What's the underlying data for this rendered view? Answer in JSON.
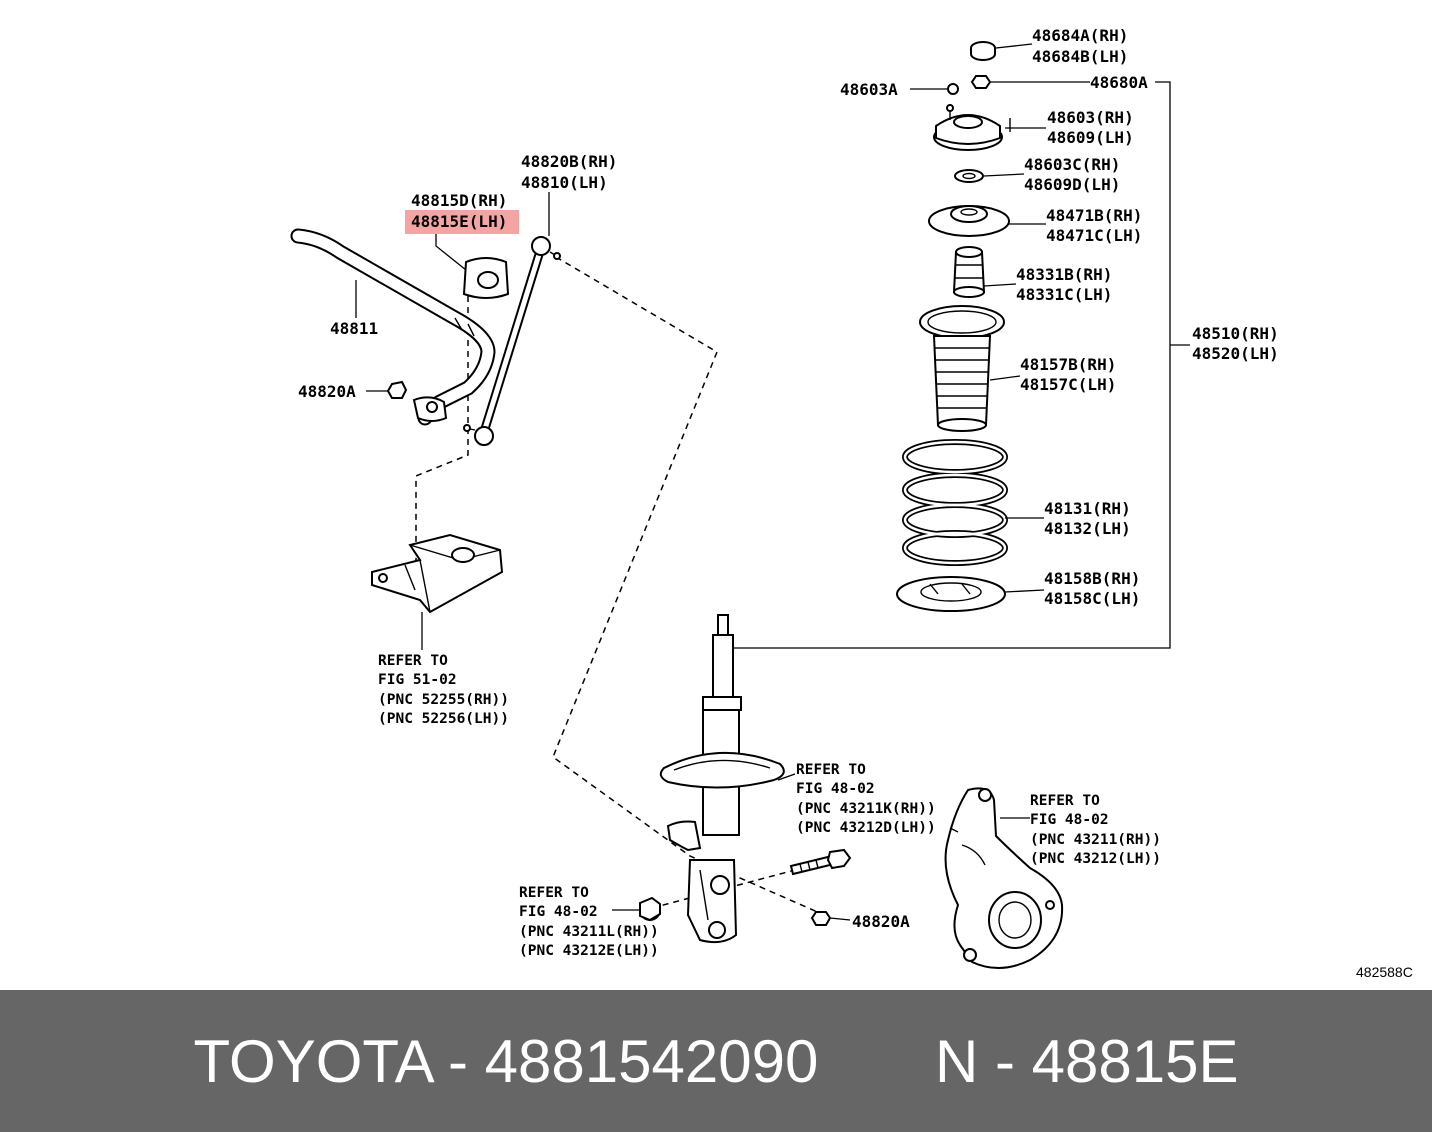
{
  "diagram": {
    "labels": {
      "p48684a": "48684A(RH)",
      "p48684b": "48684B(LH)",
      "p48603a": "48603A",
      "p48680a": "48680A",
      "p48603": "48603(RH)",
      "p48609": "48609(LH)",
      "p48603c": "48603C(RH)",
      "p48609d": "48609D(LH)",
      "p48471b": "48471B(RH)",
      "p48471c": "48471C(LH)",
      "p48331b": "48331B(RH)",
      "p48331c": "48331C(LH)",
      "p48510": "48510(RH)",
      "p48520": "48520(LH)",
      "p48157b": "48157B(RH)",
      "p48157c": "48157C(LH)",
      "p48131": "48131(RH)",
      "p48132": "48132(LH)",
      "p48158b": "48158B(RH)",
      "p48158c": "48158C(LH)",
      "p48820b": "48820B(RH)",
      "p48810": "48810(LH)",
      "p48815d": "48815D(RH)",
      "p48815e": "48815E(LH)",
      "p48811": "48811",
      "p48820a_left": "48820A",
      "p48820a_bottom": "48820A"
    },
    "refer_blocks": {
      "fig51": [
        "REFER TO",
        "FIG 51-02",
        "(PNC 52255(RH))",
        "(PNC 52256(LH))"
      ],
      "fig48_strut": [
        "REFER TO",
        "FIG 48-02",
        "(PNC 43211K(RH))",
        "(PNC 43212D(LH))"
      ],
      "fig48_knuckle": [
        "REFER TO",
        "FIG 48-02",
        "(PNC 43211(RH))",
        "(PNC 43212(LH))"
      ],
      "fig48_bolt": [
        "REFER TO",
        "FIG 48-02",
        "(PNC 43211L(RH))",
        "(PNC 43212E(LH))"
      ]
    },
    "drawing_code": "482588C",
    "highlight_color": "#f4a4a4"
  },
  "footer": {
    "text": "TOYOTA - 4881542090       N - 48815E",
    "background": "#666666",
    "text_color": "#ffffff"
  }
}
